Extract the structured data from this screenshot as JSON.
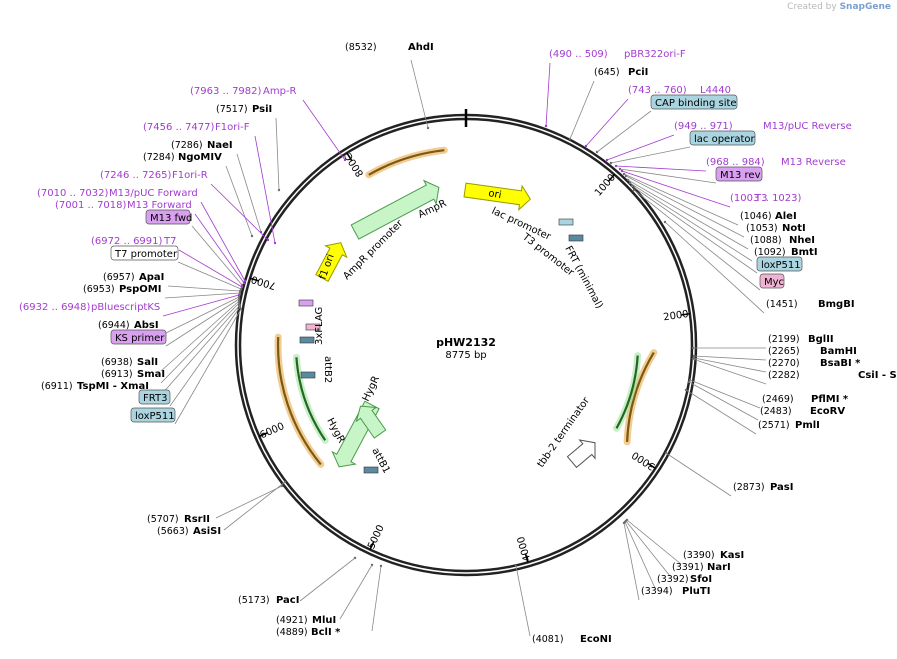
{
  "watermark": {
    "prefix": "Created by",
    "brand": "SnapGene"
  },
  "plasmid": {
    "name": "pHW2132",
    "length_label": "8775 bp",
    "length": 8775
  },
  "colors": {
    "enzyme": "#000000",
    "primer": "#a23cd0",
    "orange_arc": "#e9a23b",
    "green_arc": "#2e8b2e",
    "green_feature": "#c8f5c8",
    "yellow_feature": "#ffff00",
    "leader": "#888888",
    "feature_box": "#a9d4e0",
    "primer_box": "#d9a0f0",
    "myc_box": "#f0b3d3"
  },
  "ruler_ticks": [
    {
      "label": "1000",
      "bp": 1000
    },
    {
      "label": "2000",
      "bp": 2000
    },
    {
      "label": "3000",
      "bp": 3000
    },
    {
      "label": "4000",
      "bp": 4000
    },
    {
      "label": "5000",
      "bp": 5000
    },
    {
      "label": "6000",
      "bp": 6000
    },
    {
      "label": "7000",
      "bp": 7000
    },
    {
      "label": "800C",
      "bp": 8000
    }
  ],
  "labels": [
    {
      "id": "ahdi",
      "name": "AhdI",
      "pos": "(8532)",
      "kind": "enzyme"
    },
    {
      "id": "psii",
      "name": "PsiI",
      "pos": "(7517)",
      "kind": "enzyme"
    },
    {
      "id": "amp-r",
      "name": "Amp-R",
      "pos": "(7963 .. 7982)",
      "kind": "primer"
    },
    {
      "id": "f1ori-f",
      "name": "F1ori-F",
      "pos": "(7456 .. 7477)",
      "kind": "primer"
    },
    {
      "id": "naei",
      "name": "NaeI",
      "pos": "(7286)",
      "kind": "enzyme"
    },
    {
      "id": "ngomiv",
      "name": "NgoMIV",
      "pos": "(7284)",
      "kind": "enzyme"
    },
    {
      "id": "f1ori-r",
      "name": "F1ori-R",
      "pos": "(7246 .. 7265)",
      "kind": "primer"
    },
    {
      "id": "m13pucf",
      "name": "M13/pUC Forward",
      "pos": "(7010 .. 7032)",
      "kind": "primer"
    },
    {
      "id": "m13f",
      "name": "M13 Forward",
      "pos": "(7001 .. 7018)",
      "kind": "primer"
    },
    {
      "id": "m13fwd",
      "name": "M13 fwd",
      "pos": "",
      "kind": "primer-box"
    },
    {
      "id": "t7",
      "name": "T7",
      "pos": "(6972 .. 6991)",
      "kind": "primer"
    },
    {
      "id": "t7prom",
      "name": "T7 promoter",
      "pos": "",
      "kind": "white-box"
    },
    {
      "id": "apai",
      "name": "ApaI",
      "pos": "(6957)",
      "kind": "enzyme"
    },
    {
      "id": "pspomi",
      "name": "PspOMI",
      "pos": "(6953)",
      "kind": "enzyme"
    },
    {
      "id": "pbks",
      "name": "pBluescriptKS",
      "pos": "(6932 .. 6948)",
      "kind": "primer"
    },
    {
      "id": "absi",
      "name": "AbsI",
      "pos": "(6944)",
      "kind": "enzyme"
    },
    {
      "id": "ksprimer",
      "name": "KS primer",
      "pos": "",
      "kind": "primer-box"
    },
    {
      "id": "sali",
      "name": "SalI",
      "pos": "(6938)",
      "kind": "enzyme"
    },
    {
      "id": "smai",
      "name": "SmaI",
      "pos": "(6913)",
      "kind": "enzyme"
    },
    {
      "id": "tspmi",
      "name": "TspMI - XmaI",
      "pos": "(6911)",
      "kind": "enzyme"
    },
    {
      "id": "frt3",
      "name": "FRT3",
      "pos": "",
      "kind": "feature-box"
    },
    {
      "id": "loxp511a",
      "name": "loxP511",
      "pos": "",
      "kind": "feature-box"
    },
    {
      "id": "pbr322",
      "name": "pBR322ori-F",
      "pos": "(490 .. 509)",
      "kind": "primer"
    },
    {
      "id": "pcii",
      "name": "PciI",
      "pos": "(645)",
      "kind": "enzyme"
    },
    {
      "id": "l4440",
      "name": "L4440",
      "pos": "(743 .. 760)",
      "kind": "primer"
    },
    {
      "id": "cap",
      "name": "CAP binding site",
      "pos": "",
      "kind": "feature-box"
    },
    {
      "id": "m13pucr",
      "name": "M13/pUC Reverse",
      "pos": "(949 .. 971)",
      "kind": "primer"
    },
    {
      "id": "lacop",
      "name": "lac operator",
      "pos": "",
      "kind": "feature-box"
    },
    {
      "id": "m13rev-p",
      "name": "M13 Reverse",
      "pos": "(968 .. 984)",
      "kind": "primer"
    },
    {
      "id": "m13rev",
      "name": "M13 rev",
      "pos": "",
      "kind": "primer-box"
    },
    {
      "id": "t3",
      "name": "T3",
      "pos": "(1003 .. 1023)",
      "kind": "primer"
    },
    {
      "id": "alei",
      "name": "AleI",
      "pos": "(1046)",
      "kind": "enzyme"
    },
    {
      "id": "noti",
      "name": "NotI",
      "pos": "(1053)",
      "kind": "enzyme"
    },
    {
      "id": "nhei",
      "name": "NheI",
      "pos": "(1088)",
      "kind": "enzyme"
    },
    {
      "id": "bmti",
      "name": "BmtI",
      "pos": "(1092)",
      "kind": "enzyme"
    },
    {
      "id": "loxp511b",
      "name": "loxP511",
      "pos": "",
      "kind": "feature-box"
    },
    {
      "id": "myc",
      "name": "Myc",
      "pos": "",
      "kind": "myc-box"
    },
    {
      "id": "bmgbi",
      "name": "BmgBI",
      "pos": "(1451)",
      "kind": "enzyme"
    },
    {
      "id": "bglii",
      "name": "BglII",
      "pos": "(2199)",
      "kind": "enzyme"
    },
    {
      "id": "bamhi",
      "name": "BamHI",
      "pos": "(2265)",
      "kind": "enzyme"
    },
    {
      "id": "bsabi",
      "name": "BsaBI *",
      "pos": "(2270)",
      "kind": "enzyme"
    },
    {
      "id": "csii",
      "name": "CsiI - SexAI *",
      "pos": "(2282)",
      "kind": "enzyme"
    },
    {
      "id": "pflmi",
      "name": "PflMI *",
      "pos": "(2469)",
      "kind": "enzyme"
    },
    {
      "id": "ecorv",
      "name": "EcoRV",
      "pos": "(2483)",
      "kind": "enzyme"
    },
    {
      "id": "pmli",
      "name": "PmlI",
      "pos": "(2571)",
      "kind": "enzyme"
    },
    {
      "id": "pasi",
      "name": "PasI",
      "pos": "(2873)",
      "kind": "enzyme"
    },
    {
      "id": "kasi",
      "name": "KasI",
      "pos": "(3390)",
      "kind": "enzyme"
    },
    {
      "id": "nari",
      "name": "NarI",
      "pos": "(3391)",
      "kind": "enzyme"
    },
    {
      "id": "sfoi",
      "name": "SfoI",
      "pos": "(3392)",
      "kind": "enzyme"
    },
    {
      "id": "plutii",
      "name": "PluTI",
      "pos": "(3394)",
      "kind": "enzyme"
    },
    {
      "id": "econi",
      "name": "EcoNI",
      "pos": "(4081)",
      "kind": "enzyme"
    },
    {
      "id": "paci",
      "name": "PacI",
      "pos": "(5173)",
      "kind": "enzyme"
    },
    {
      "id": "mlui",
      "name": "MluI",
      "pos": "(4921)",
      "kind": "enzyme"
    },
    {
      "id": "bcli",
      "name": "BclI *",
      "pos": "(4889)",
      "kind": "enzyme"
    },
    {
      "id": "rsrii",
      "name": "RsrII",
      "pos": "(5707)",
      "kind": "enzyme"
    },
    {
      "id": "asisi",
      "name": "AsiSI",
      "pos": "(5663)",
      "kind": "enzyme"
    }
  ],
  "inner_features": [
    {
      "id": "ori",
      "name": "ori"
    },
    {
      "id": "ampr",
      "name": "AmpR"
    },
    {
      "id": "ampr-promoter",
      "name": "AmpR promoter"
    },
    {
      "id": "f1-ori",
      "name": "f1 ori"
    },
    {
      "id": "lac-promoter",
      "name": "lac promoter"
    },
    {
      "id": "t3-promoter",
      "name": "T3 promoter"
    },
    {
      "id": "frt-minimal",
      "name": "FRT (minimal)"
    },
    {
      "id": "3xflag",
      "name": "3xFLAG"
    },
    {
      "id": "attb2",
      "name": "attB2"
    },
    {
      "id": "hygr-a",
      "name": "HygR"
    },
    {
      "id": "hygr-b",
      "name": "HygR"
    },
    {
      "id": "attb1",
      "name": "attB1"
    },
    {
      "id": "tbb2",
      "name": "tbb-2 terminator"
    }
  ]
}
